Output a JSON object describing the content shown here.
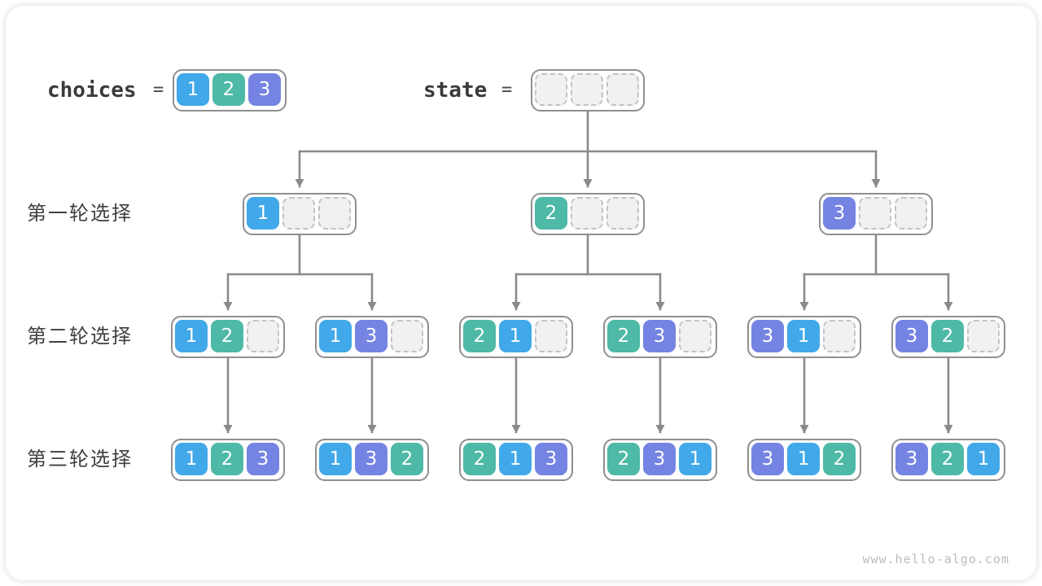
{
  "header": {
    "choices_label": "choices",
    "state_label": "state",
    "equals": "=",
    "choices_values": [
      "1",
      "2",
      "3"
    ],
    "state_slots": 3
  },
  "value_colors": {
    "1": "#41a8e9",
    "2": "#4db9a6",
    "3": "#7584e2"
  },
  "style_colors": {
    "arrow": "#8a8a8a",
    "box_border": "#8f8f8f",
    "empty_cell": "#f1f1f2"
  },
  "rows": [
    {
      "label": "第一轮选择",
      "nodes": [
        [
          "1",
          "",
          ""
        ],
        [
          "2",
          "",
          ""
        ],
        [
          "3",
          "",
          ""
        ]
      ]
    },
    {
      "label": "第二轮选择",
      "nodes": [
        [
          "1",
          "2",
          ""
        ],
        [
          "1",
          "3",
          ""
        ],
        [
          "2",
          "1",
          ""
        ],
        [
          "2",
          "3",
          ""
        ],
        [
          "3",
          "1",
          ""
        ],
        [
          "3",
          "2",
          ""
        ]
      ]
    },
    {
      "label": "第三轮选择",
      "nodes": [
        [
          "1",
          "2",
          "3"
        ],
        [
          "1",
          "3",
          "2"
        ],
        [
          "2",
          "1",
          "3"
        ],
        [
          "2",
          "3",
          "1"
        ],
        [
          "3",
          "1",
          "2"
        ],
        [
          "3",
          "2",
          "1"
        ]
      ]
    }
  ],
  "watermark": "www.hello-algo.com"
}
